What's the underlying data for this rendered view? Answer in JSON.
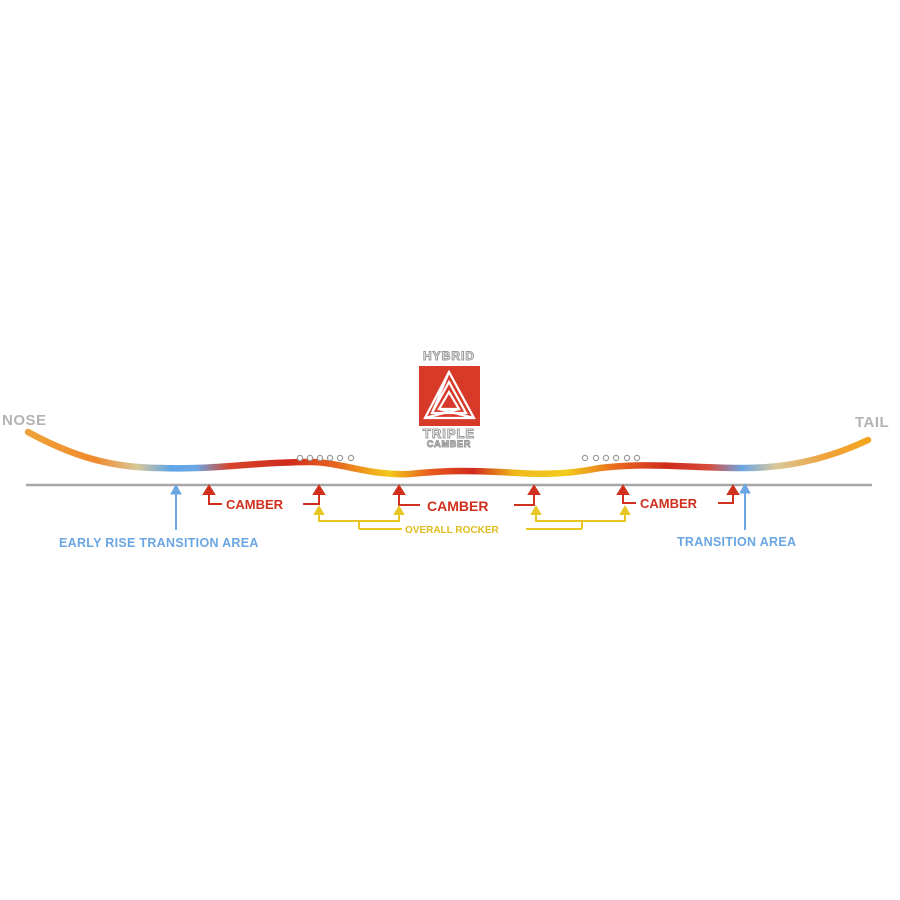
{
  "labels": {
    "nose": "NOSE",
    "tail": "TAIL",
    "early_rise": "EARLY RISE TRANSITION AREA",
    "transition": "TRANSITION AREA",
    "camber_left": "CAMBER",
    "camber_center": "CAMBER",
    "camber_right": "CAMBER",
    "overall_rocker": "OVERALL ROCKER"
  },
  "logo": {
    "top": "HYBRID",
    "bottom_line1": "TRIPLE",
    "bottom_line2": "CAMBER"
  },
  "colors": {
    "camber": "#d0301e",
    "rocker": "#e8c626",
    "transition": "#6aa6e3",
    "ground": "#a6a6a6",
    "logo_red": "#d83a2a"
  }
}
